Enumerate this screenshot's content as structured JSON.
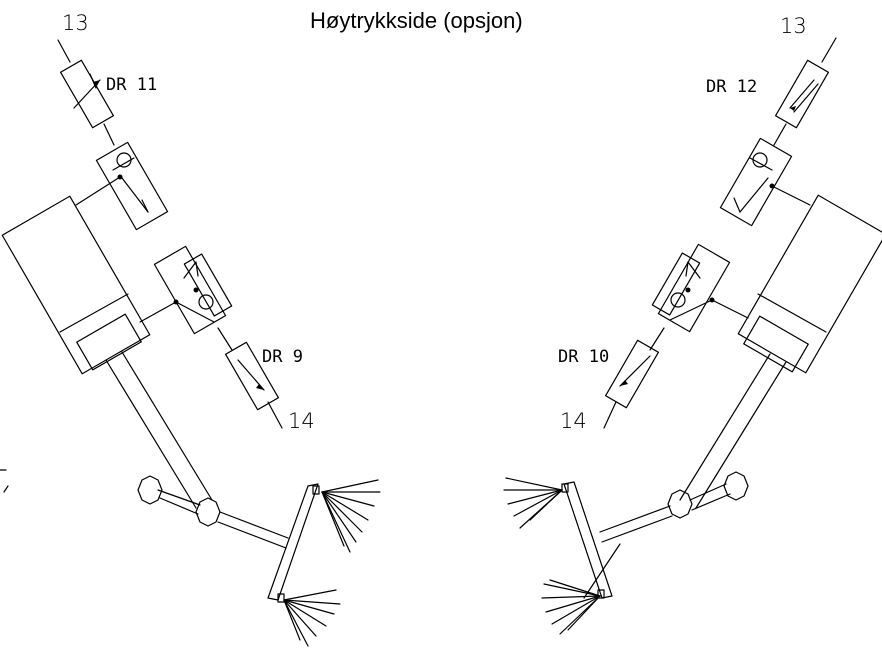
{
  "title": "Høytrykkside (opsjon)",
  "ports": {
    "top_left": "13",
    "top_right": "13",
    "bottom_left": "14",
    "bottom_right": "14"
  },
  "valves": {
    "dr11": "DR 11",
    "dr12": "DR 12",
    "dr9": "DR 9",
    "dr10": "DR 10"
  }
}
